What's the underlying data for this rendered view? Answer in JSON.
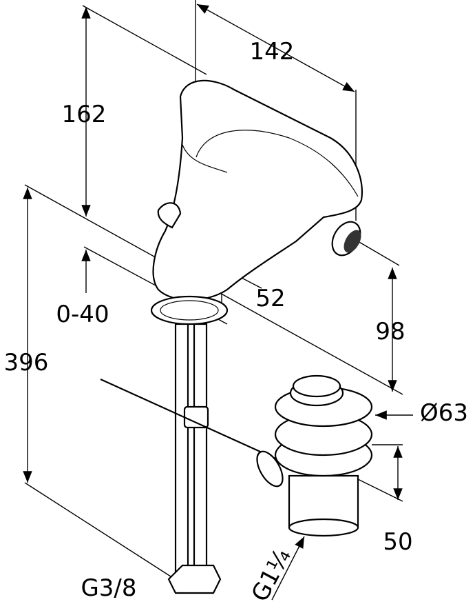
{
  "title": "Bidet mixer dimension drawing",
  "dimensions": {
    "depth": "142",
    "height_top": "162",
    "spout_projection": "52",
    "thickness_range": "0-40",
    "spout_height": "98",
    "total_height": "396",
    "waste_diameter": "Ø63",
    "waste_height": "50",
    "supply_thread": "G3/8",
    "waste_thread": "G1¼"
  },
  "colors": {
    "line": "#000000",
    "background": "#ffffff"
  }
}
